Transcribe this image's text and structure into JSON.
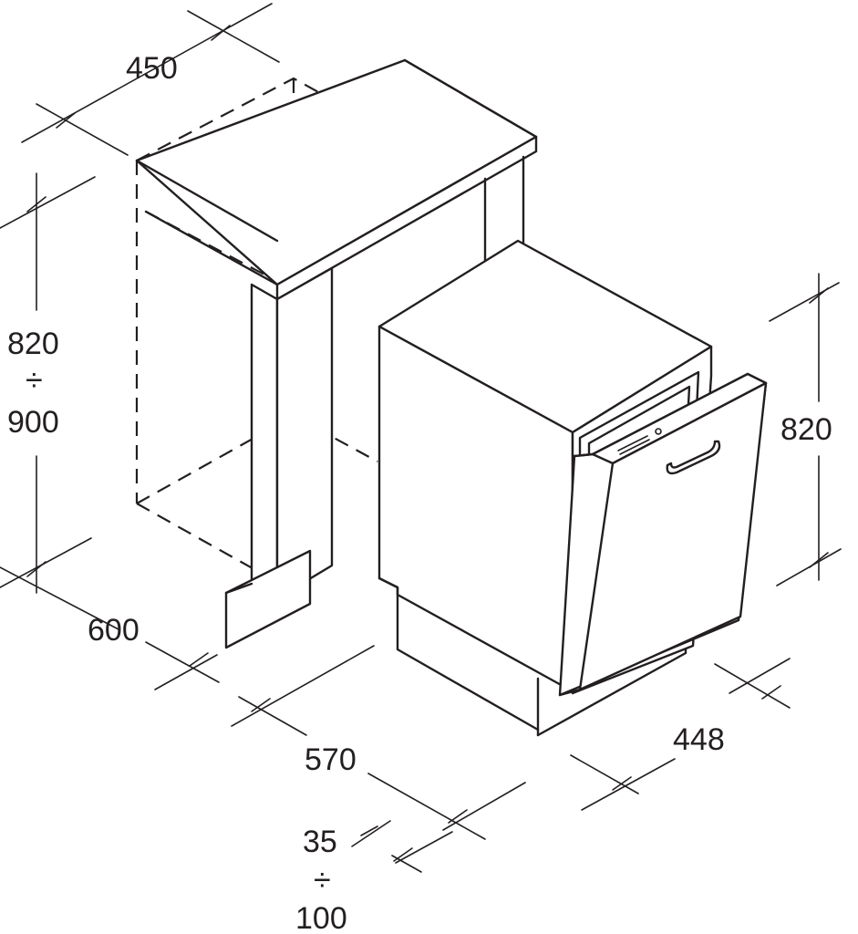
{
  "dimensions": {
    "cabinet_width": "450",
    "cabinet_height_min": "820",
    "cabinet_height_div": "÷",
    "cabinet_height_max": "900",
    "cabinet_depth": "600",
    "appliance_depth": "570",
    "plinth_min": "35",
    "plinth_div": "÷",
    "plinth_max": "100",
    "appliance_height": "820",
    "appliance_width": "448"
  }
}
